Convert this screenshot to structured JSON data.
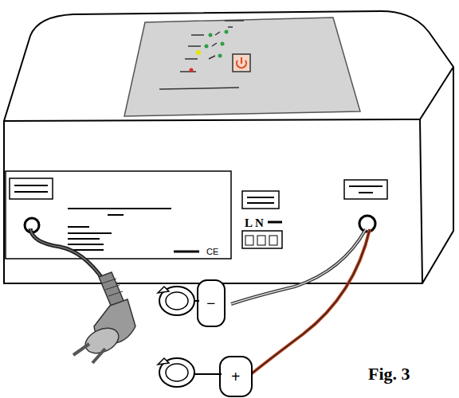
{
  "diagram": {
    "caption": "Fig. 3",
    "labels": [
      "L N",
      "CE",
      "−",
      "+"
    ]
  }
}
